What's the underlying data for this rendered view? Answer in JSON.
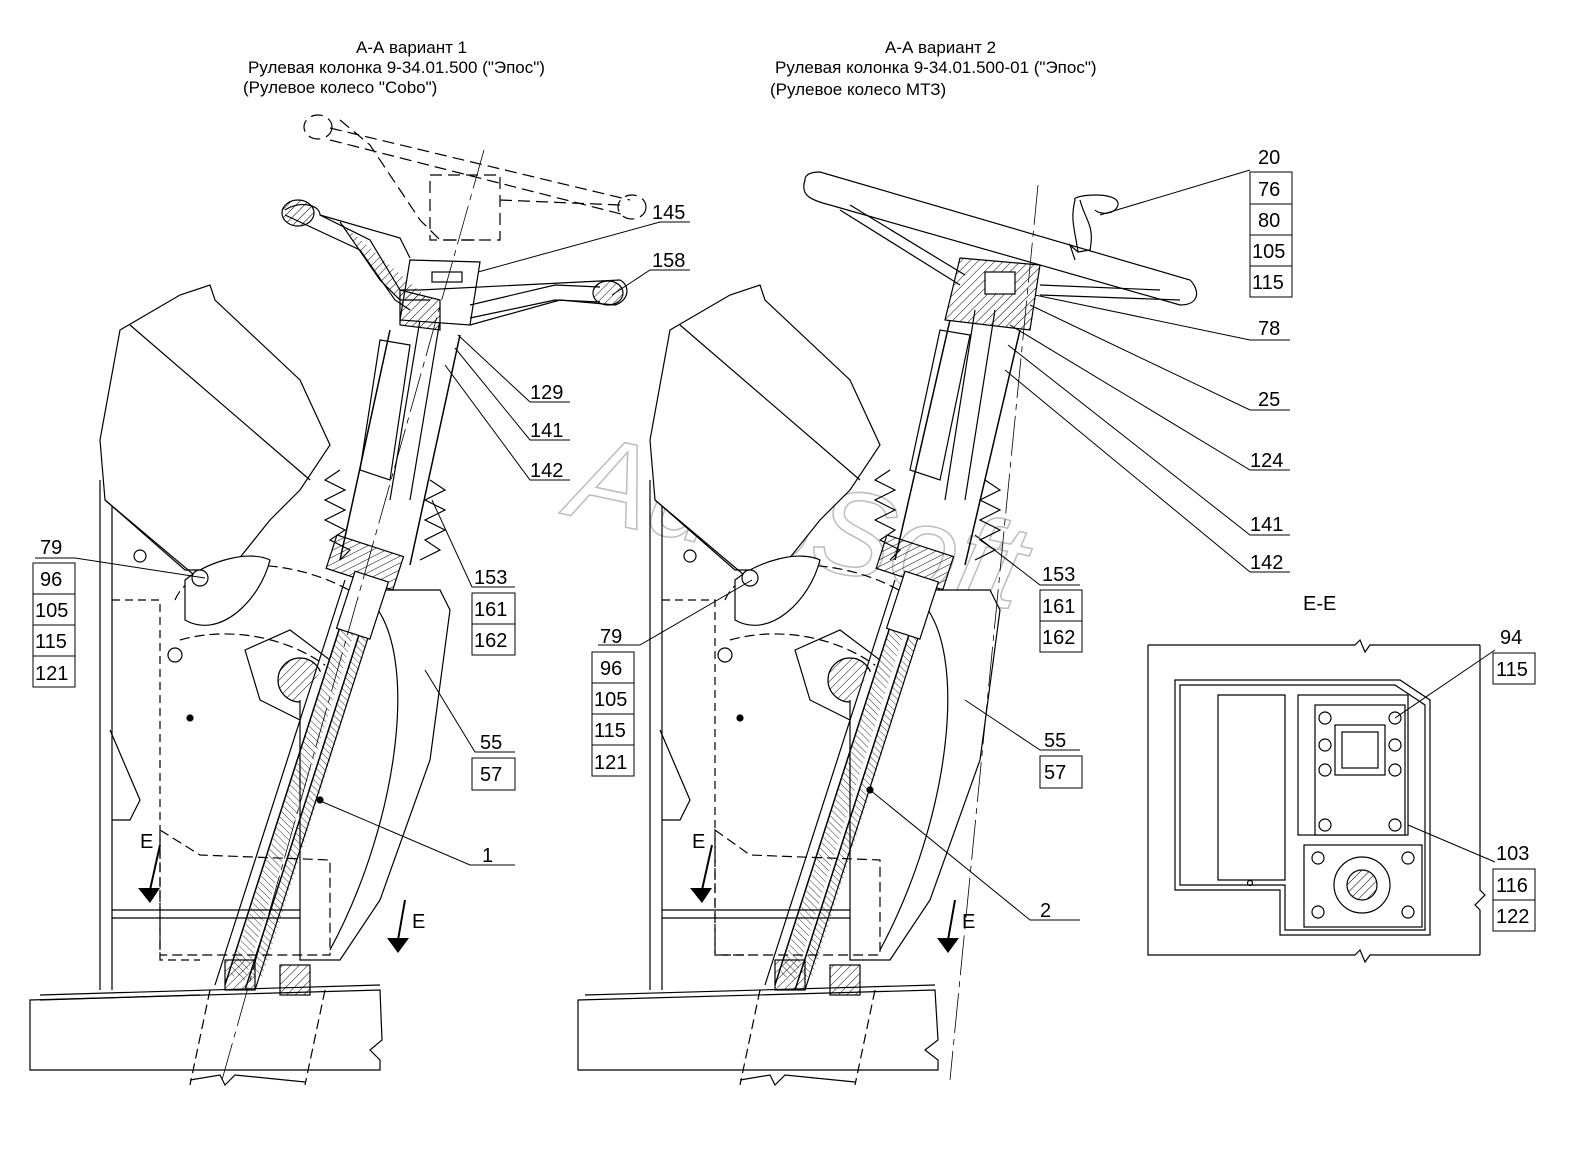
{
  "titles": {
    "v1": {
      "line1": "А-А  вариант 1",
      "line2": "Рулевая колонка  9-34.01.500  (\"Эпос\")",
      "line3": "(Рулевое колесо \"Cobo\")"
    },
    "v2": {
      "line1": "А-А  вариант 2",
      "line2": "Рулевая колонка  9-34.01.500-01  (\"Эпос\")",
      "line3": "(Рулевое колесо МТЗ)"
    },
    "section_ee": "Е-Е"
  },
  "watermark": "AutoSoft",
  "callouts": {
    "v1": {
      "c145": "145",
      "c158": "158",
      "c129": "129",
      "c141": "141",
      "c142": "142",
      "g153": [
        "153",
        "161",
        "162"
      ],
      "g79": [
        "79",
        "96",
        "105",
        "115",
        "121"
      ],
      "g55": [
        "55",
        "57"
      ],
      "c1": "1",
      "cut": "Е"
    },
    "v2": {
      "g20": [
        "20",
        "76",
        "80",
        "105",
        "115"
      ],
      "c78": "78",
      "c25": "25",
      "c124": "124",
      "c141": "141",
      "c142": "142",
      "g153": [
        "153",
        "161",
        "162"
      ],
      "g79": [
        "79",
        "96",
        "105",
        "115",
        "121"
      ],
      "g55": [
        "55",
        "57"
      ],
      "c2": "2",
      "cut": "Е"
    },
    "ee": {
      "g94": [
        "94",
        "115"
      ],
      "g103": [
        "103",
        "116",
        "122"
      ]
    }
  }
}
